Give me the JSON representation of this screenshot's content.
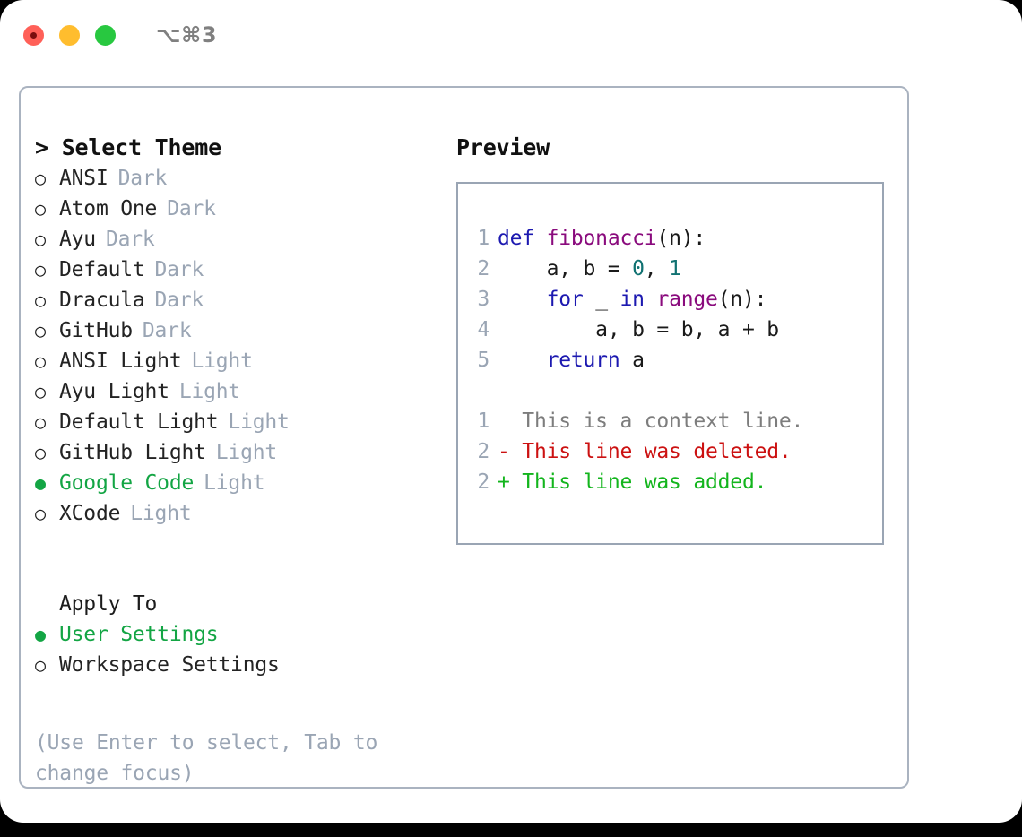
{
  "window": {
    "title": "⌥⌘3",
    "traffic_lights": [
      "close-red",
      "minimize-yellow",
      "maximize-green"
    ]
  },
  "theme_panel": {
    "header": "> Select Theme",
    "options": [
      {
        "marker": "○",
        "label": "ANSI",
        "tag": "Dark",
        "selected": false
      },
      {
        "marker": "○",
        "label": "Atom One",
        "tag": "Dark",
        "selected": false
      },
      {
        "marker": "○",
        "label": "Ayu",
        "tag": "Dark",
        "selected": false
      },
      {
        "marker": "○",
        "label": "Default",
        "tag": "Dark",
        "selected": false
      },
      {
        "marker": "○",
        "label": "Dracula",
        "tag": "Dark",
        "selected": false
      },
      {
        "marker": "○",
        "label": "GitHub",
        "tag": "Dark",
        "selected": false
      },
      {
        "marker": "○",
        "label": "ANSI Light",
        "tag": "Light",
        "selected": false
      },
      {
        "marker": "○",
        "label": "Ayu Light",
        "tag": "Light",
        "selected": false
      },
      {
        "marker": "○",
        "label": "Default Light",
        "tag": "Light",
        "selected": false
      },
      {
        "marker": "○",
        "label": "GitHub Light",
        "tag": "Light",
        "selected": false
      },
      {
        "marker": "●",
        "label": "Google Code",
        "tag": "Light",
        "selected": true
      },
      {
        "marker": "○",
        "label": "XCode",
        "tag": "Light",
        "selected": false
      }
    ]
  },
  "apply_to": {
    "header": "Apply To",
    "options": [
      {
        "marker": "●",
        "label": "User Settings",
        "selected": true
      },
      {
        "marker": "○",
        "label": "Workspace Settings",
        "selected": false
      }
    ]
  },
  "hint": "(Use Enter to select, Tab to change focus)",
  "preview": {
    "header": "Preview",
    "code_lines": [
      {
        "no": "1",
        "tokens": [
          {
            "t": "def ",
            "c": "tok-kw"
          },
          {
            "t": "fibonacci",
            "c": "tok-fn"
          },
          {
            "t": "(n):",
            "c": "tok-pl"
          }
        ]
      },
      {
        "no": "2",
        "tokens": [
          {
            "t": "    a, b = ",
            "c": "tok-pl"
          },
          {
            "t": "0",
            "c": "tok-num"
          },
          {
            "t": ", ",
            "c": "tok-pl"
          },
          {
            "t": "1",
            "c": "tok-num"
          }
        ]
      },
      {
        "no": "3",
        "tokens": [
          {
            "t": "    ",
            "c": "tok-pl"
          },
          {
            "t": "for",
            "c": "tok-kw"
          },
          {
            "t": " _ ",
            "c": "tok-pl"
          },
          {
            "t": "in",
            "c": "tok-kw"
          },
          {
            "t": " ",
            "c": "tok-pl"
          },
          {
            "t": "range",
            "c": "tok-fn"
          },
          {
            "t": "(n):",
            "c": "tok-pl"
          }
        ]
      },
      {
        "no": "4",
        "tokens": [
          {
            "t": "        a, b = b, a + b",
            "c": "tok-pl"
          }
        ]
      },
      {
        "no": "5",
        "tokens": [
          {
            "t": "    ",
            "c": "tok-pl"
          },
          {
            "t": "return",
            "c": "tok-kw"
          },
          {
            "t": " a",
            "c": "tok-pl"
          }
        ]
      }
    ],
    "diff_lines": [
      {
        "no": "1",
        "text": "  This is a context line.",
        "kind": "diff-ctx"
      },
      {
        "no": "2",
        "text": "- This line was deleted.",
        "kind": "diff-del"
      },
      {
        "no": "2",
        "text": "+ This line was added.",
        "kind": "diff-add"
      }
    ]
  },
  "colors": {
    "accent_green": "#13a544",
    "border": "#aab3c0",
    "muted": "#9aa5b4",
    "keyword": "#1c19b0",
    "function": "#8a0b7d",
    "number": "#117272",
    "diff_delete": "#cc1111",
    "diff_add": "#13b51d"
  }
}
